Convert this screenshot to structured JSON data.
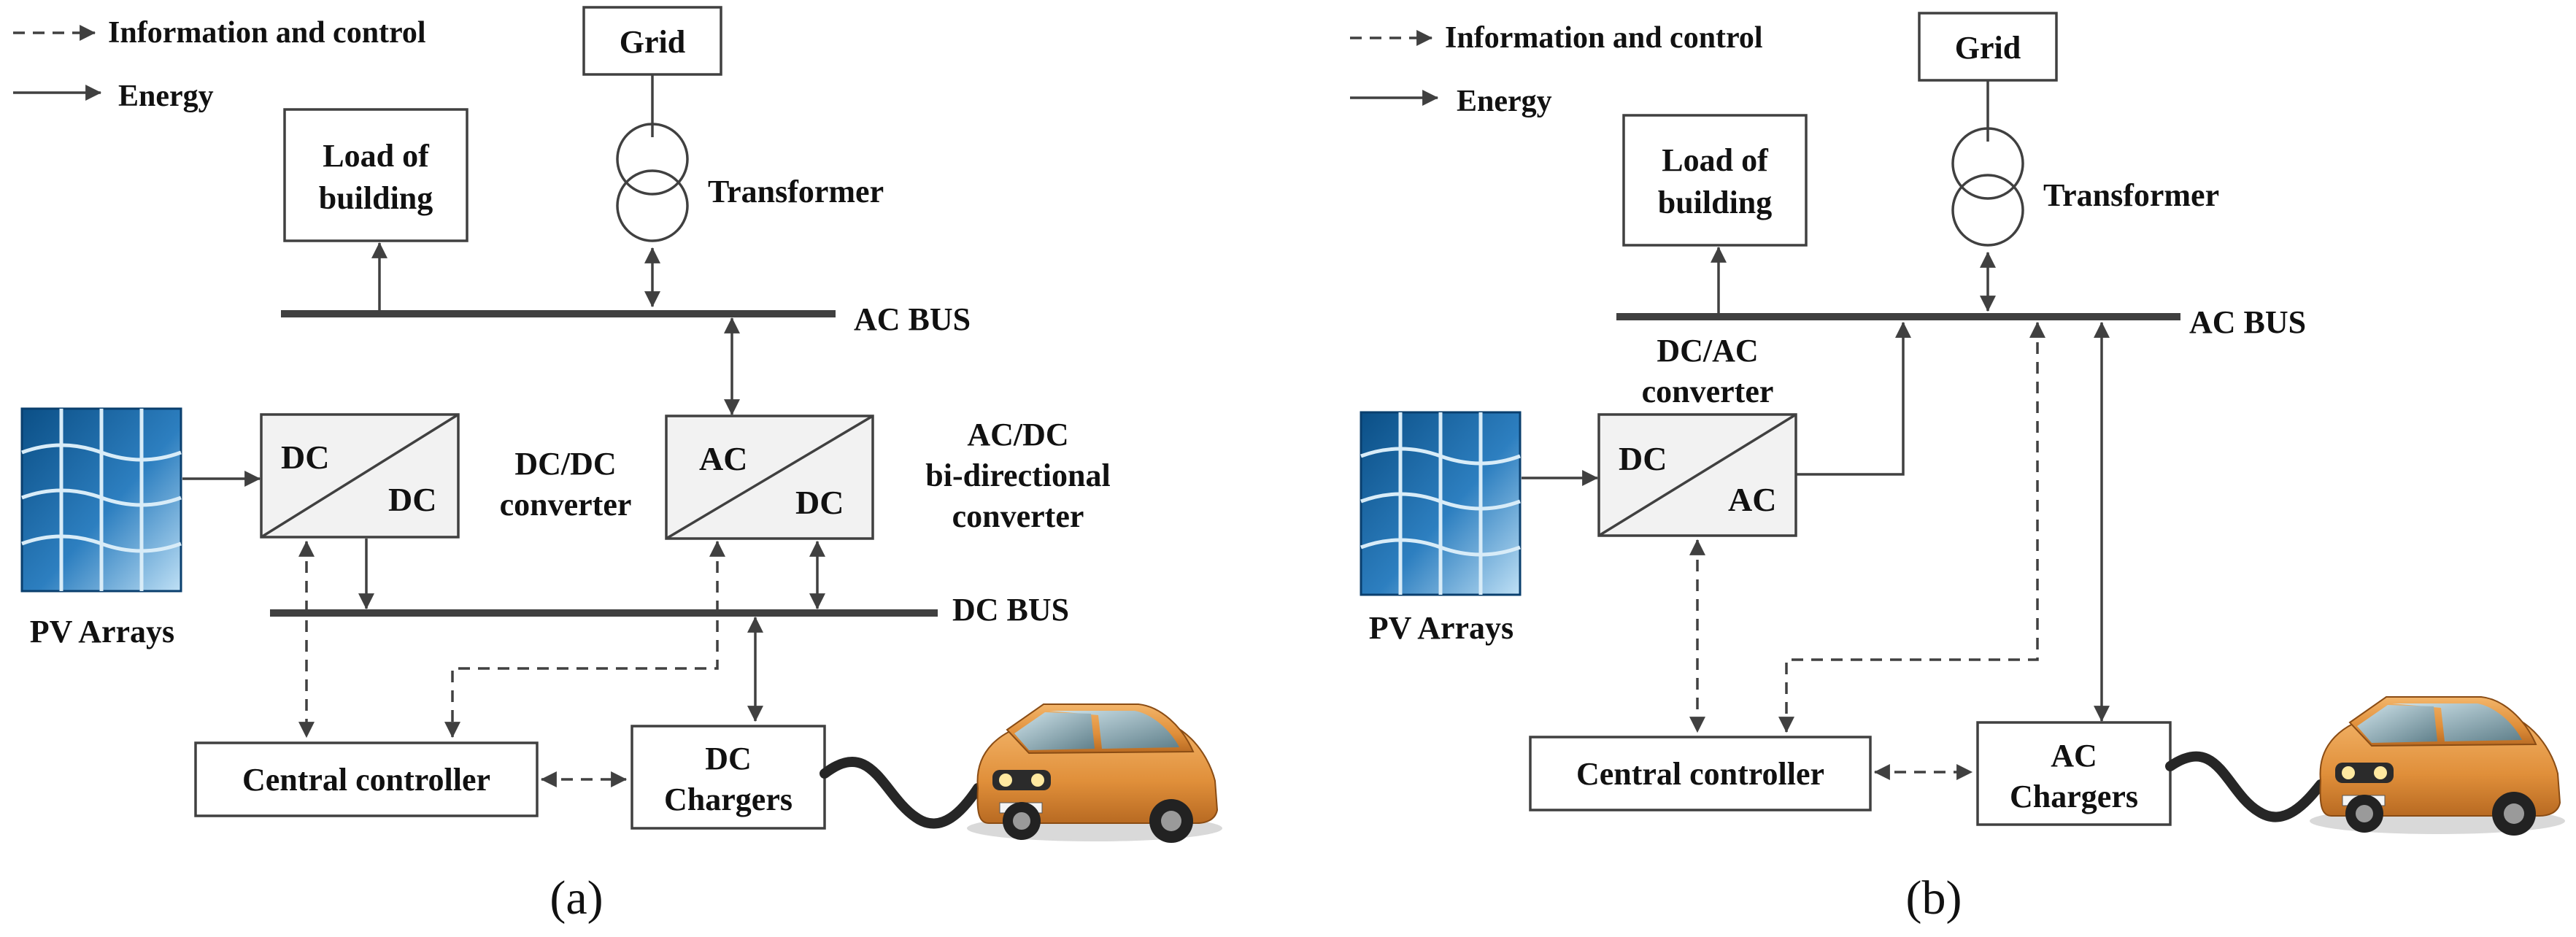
{
  "legend": {
    "info_control": "Information and control",
    "energy": "Energy"
  },
  "panel_a": {
    "grid": "Grid",
    "transformer": "Transformer",
    "load_line1": "Load of",
    "load_line2": "building",
    "ac_bus": "AC BUS",
    "dc_bus": "DC BUS",
    "pv_arrays": "PV Arrays",
    "dcdc_top": "DC",
    "dcdc_bottom": "DC",
    "dcdc_name1": "DC/DC",
    "dcdc_name2": "converter",
    "acdc_top": "AC",
    "acdc_bottom": "DC",
    "acdc_name1": "AC/DC",
    "acdc_name2": "bi-directional",
    "acdc_name3": "converter",
    "central_controller": "Central controller",
    "charger_line1": "DC",
    "charger_line2": "Chargers",
    "caption": "(a)"
  },
  "panel_b": {
    "grid": "Grid",
    "transformer": "Transformer",
    "load_line1": "Load of",
    "load_line2": "building",
    "ac_bus": "AC BUS",
    "pv_arrays": "PV Arrays",
    "dcac_name1": "DC/AC",
    "dcac_name2": "converter",
    "dcac_top": "DC",
    "dcac_bottom": "AC",
    "central_controller": "Central controller",
    "charger_line1": "AC",
    "charger_line2": "Chargers",
    "caption": "(b)"
  }
}
